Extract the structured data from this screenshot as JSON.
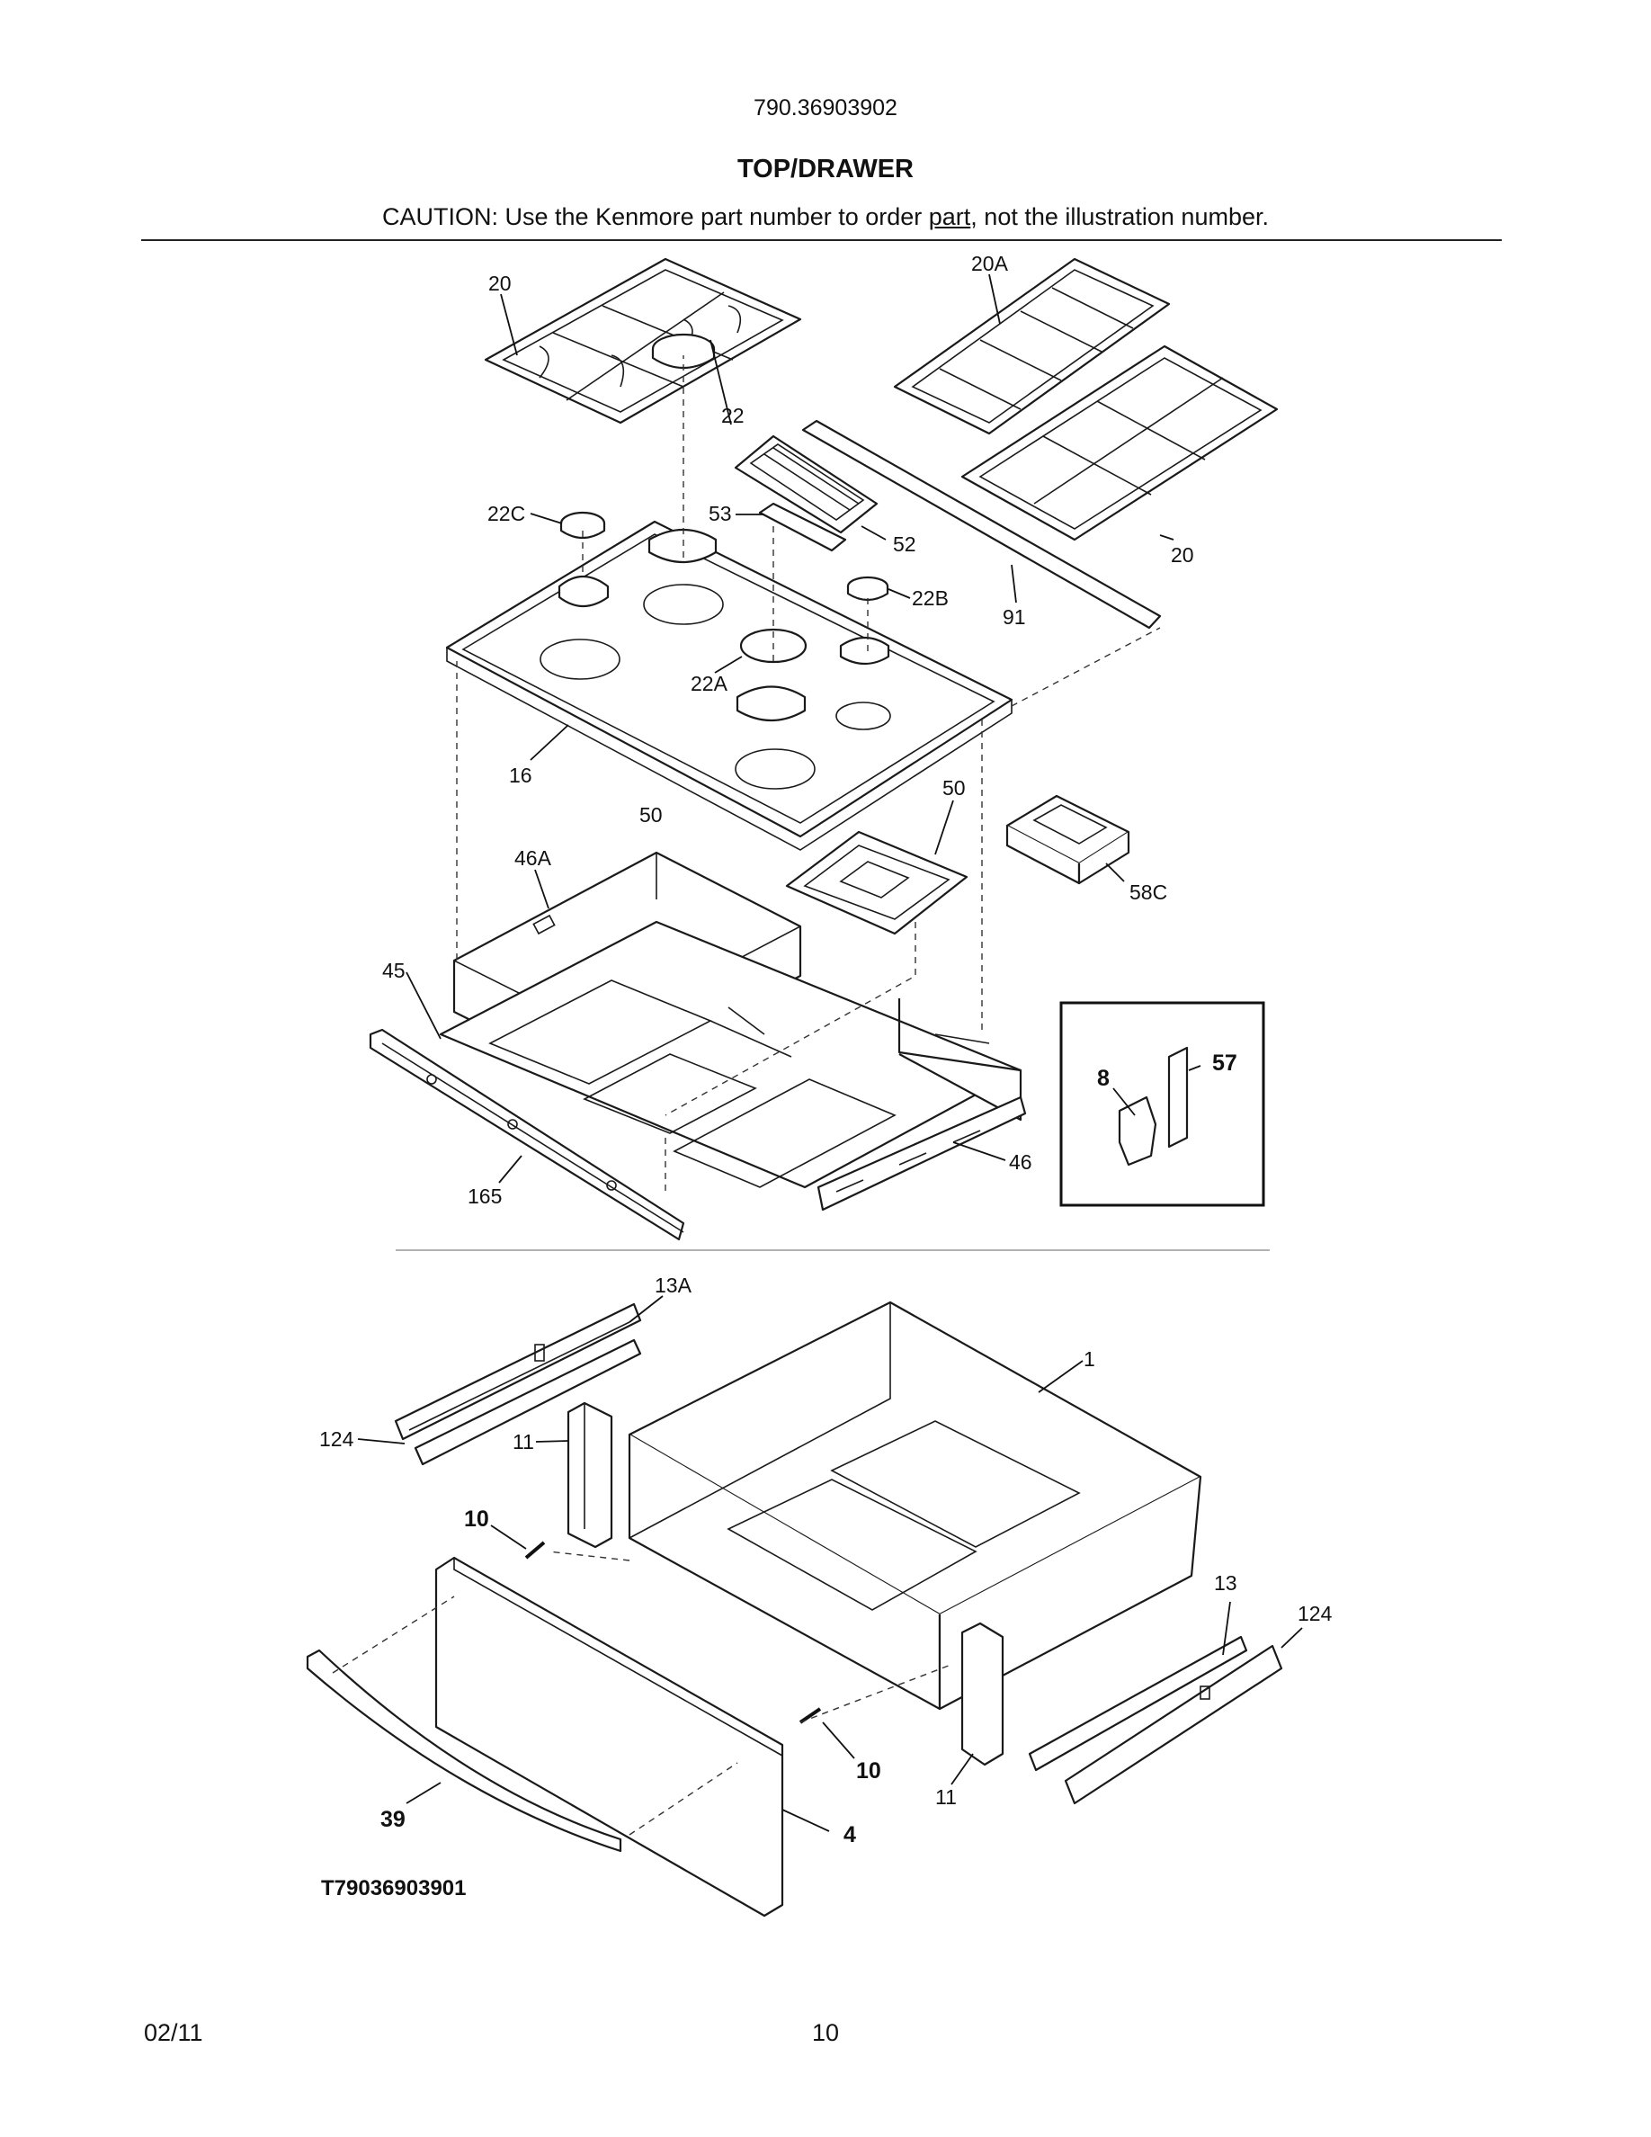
{
  "header": {
    "model_number": "790.36903902",
    "title": "TOP/DRAWER",
    "caution_prefix": "CAUTION: Use the Kenmore part number to order ",
    "caution_link": "part",
    "caution_suffix": ", not the illustration number."
  },
  "callouts": {
    "c20_left": "20",
    "c20A": "20A",
    "c20_right": "20",
    "c22": "22",
    "c22C": "22C",
    "c53": "53",
    "c52": "52",
    "c22B": "22B",
    "c91": "91",
    "c22A": "22A",
    "c16": "16",
    "c50_left": "50",
    "c50_right": "50",
    "c58C": "58C",
    "c46A": "46A",
    "c45": "45",
    "c165": "165",
    "c46": "46",
    "c8": "8",
    "c57": "57",
    "c13A": "13A",
    "c1": "1",
    "c124_left": "124",
    "c11_left": "11",
    "c10_left": "10",
    "c13": "13",
    "c124_right": "124",
    "c10_right": "10",
    "c11_right": "11",
    "c39": "39",
    "c4": "4"
  },
  "illustration_id": "T79036903901",
  "footer": {
    "date": "02/11",
    "page_number": "10"
  }
}
